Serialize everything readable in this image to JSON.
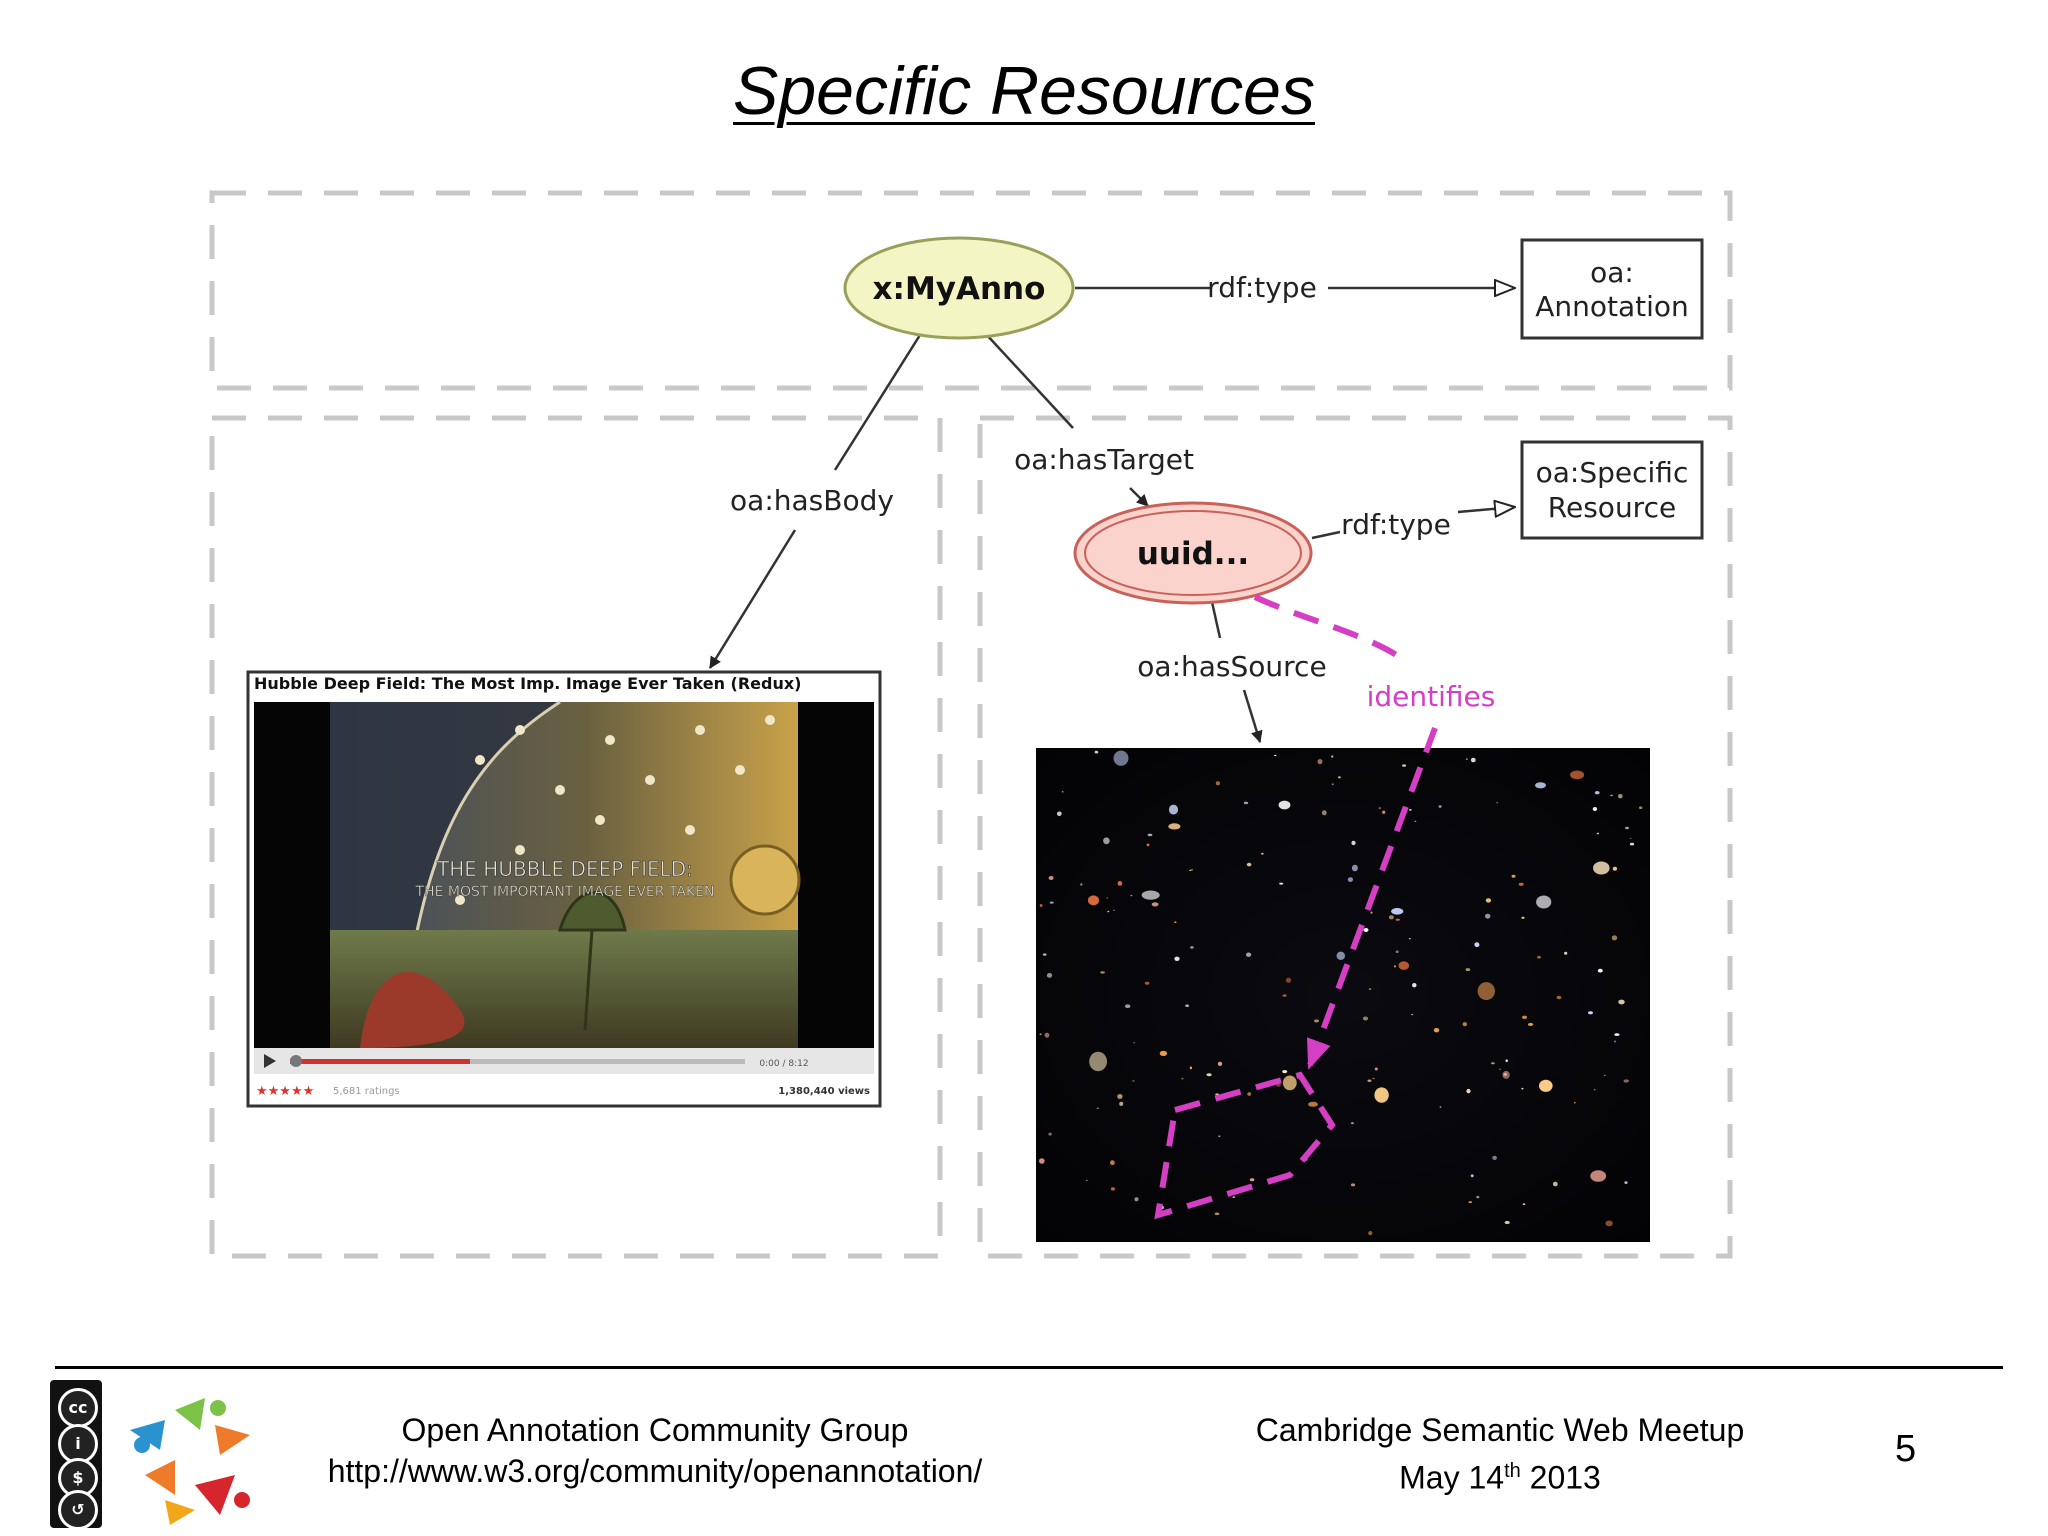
{
  "slide": {
    "title": "Specific Resources",
    "page_number": "5"
  },
  "diagram": {
    "nodes": {
      "annotation": "x:MyAnno",
      "annotation_class_line1": "oa:",
      "annotation_class_line2": "Annotation",
      "target": "uuid...",
      "target_class_line1": "oa:Specific",
      "target_class_line2": "Resource"
    },
    "edges": {
      "anno_type": "rdf:type",
      "has_body": "oa:hasBody",
      "has_target": "oa:hasTarget",
      "target_type": "rdf:type",
      "has_source": "oa:hasSource",
      "identifies": "identifies"
    },
    "video": {
      "title": "Hubble Deep Field: The Most Imp. Image Ever Taken (Redux)",
      "overlay_line1": "THE HUBBLE DEEP FIELD:",
      "overlay_line2": "THE MOST IMPORTANT IMAGE EVER TAKEN",
      "time": "0:00 / 8:12",
      "ratings": "5,681 ratings",
      "views": "1,380,440 views"
    },
    "colors": {
      "annotation_fill": "#f3f5c4",
      "target_fill": "#f9d3cc",
      "target_stroke": "#c9615a",
      "identifies": "#d43fc3",
      "dash_box": "#c8c8c8"
    }
  },
  "footer": {
    "left_line1": "Open Annotation Community Group",
    "left_line2": "http://www.w3.org/community/openannotation/",
    "right_line1": "Cambridge Semantic Web Meetup",
    "right_line2_prefix": "May 14",
    "right_line2_sup": "th",
    "right_line2_suffix": " 2013",
    "license_icon": "creative-commons-by-nc-sa-icon",
    "logo_icon": "open-annotation-logo-icon"
  }
}
